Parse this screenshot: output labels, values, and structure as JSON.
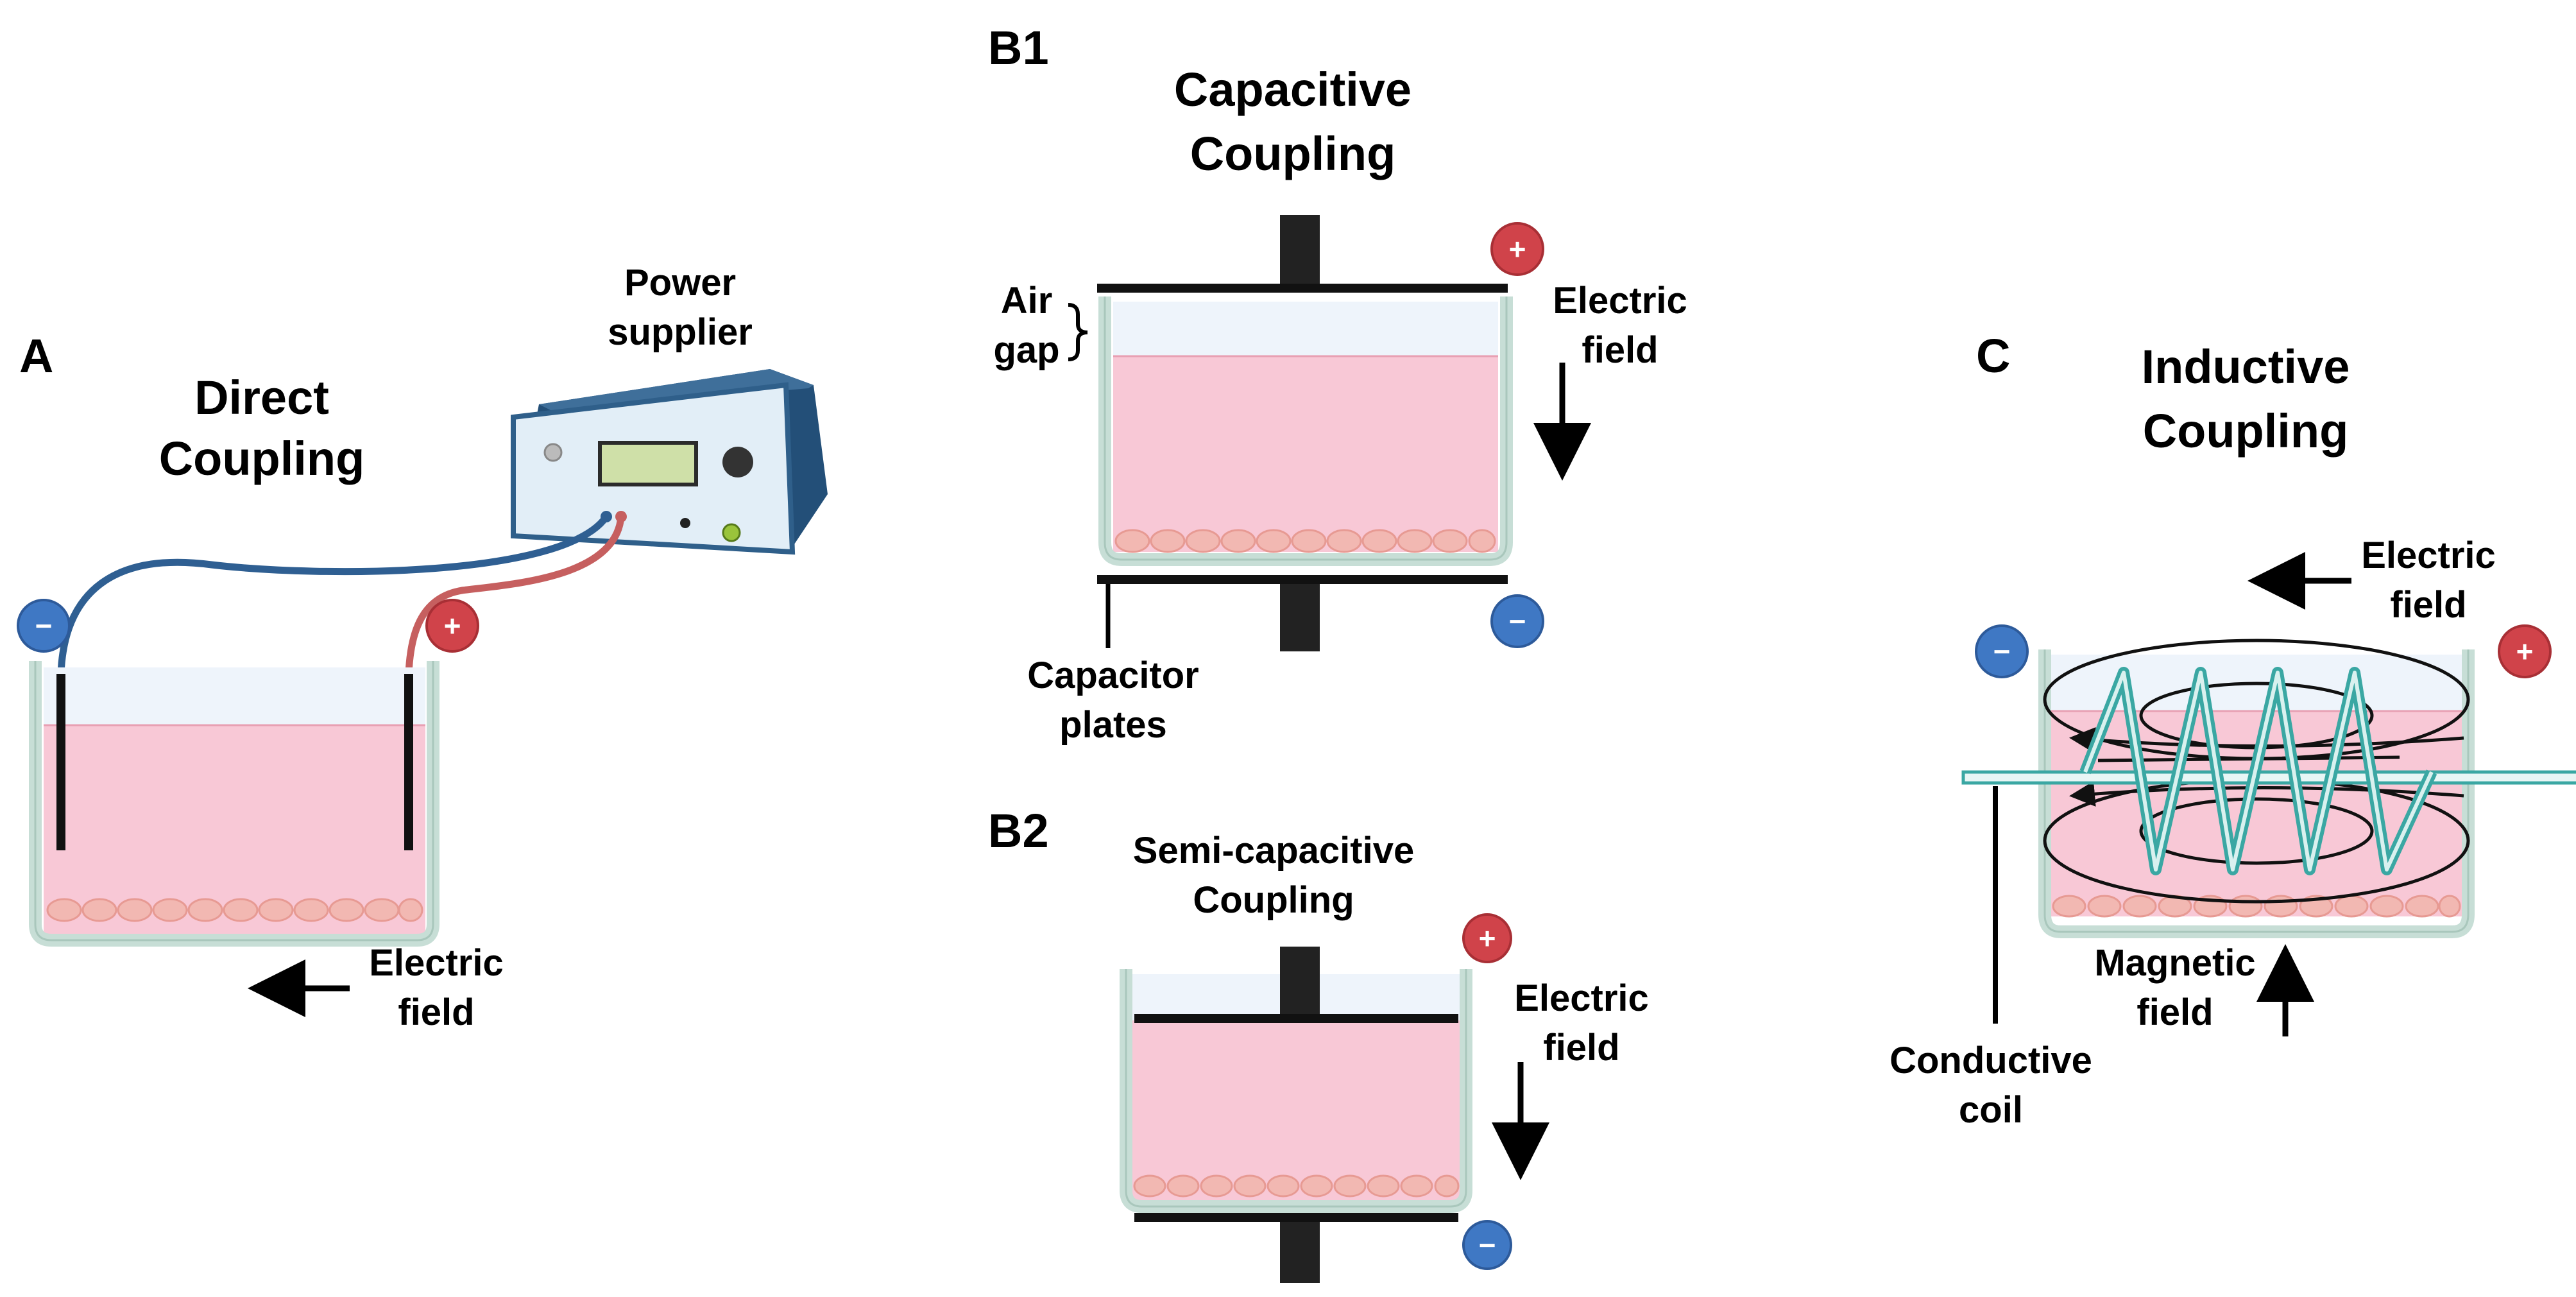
{
  "panel_a": {
    "letter": "A",
    "title_line1": "Direct",
    "title_line2": "Coupling",
    "power_line1": "Power",
    "power_line2": "supplier",
    "field_line1": "Electric",
    "field_line2": "field",
    "minus": "−",
    "plus": "+"
  },
  "panel_b1": {
    "letter": "B1",
    "title_line1": "Capacitive",
    "title_line2": "Coupling",
    "air_line1": "Air",
    "air_line2": "gap",
    "field_line1": "Electric",
    "field_line2": "field",
    "plates_line1": "Capacitor",
    "plates_line2": "plates",
    "minus": "−",
    "plus": "+"
  },
  "panel_b2": {
    "letter": "B2",
    "title_line1": "Semi-capacitive",
    "title_line2": "Coupling",
    "field_line1": "Electric",
    "field_line2": "field",
    "minus": "−",
    "plus": "+"
  },
  "panel_c": {
    "letter": "C",
    "title_line1": "Inductive",
    "title_line2": "Coupling",
    "field_line1": "Electric",
    "field_line2": "field",
    "magnetic_line1": "Magnetic",
    "magnetic_line2": "field",
    "coil_line1": "Conductive",
    "coil_line2": "coil",
    "minus": "−",
    "plus": "+"
  },
  "colors": {
    "medium": "#f8c8d6",
    "air": "#eef4fb",
    "dish": "#c7ded6",
    "cells": "#f2b8b2",
    "plus": "#d0434a",
    "minus": "#3f78c4",
    "wire_blue": "#2f5f92",
    "wire_red": "#c65f5f",
    "device": "#2f5f8a",
    "coil": "#3aa7a3"
  }
}
